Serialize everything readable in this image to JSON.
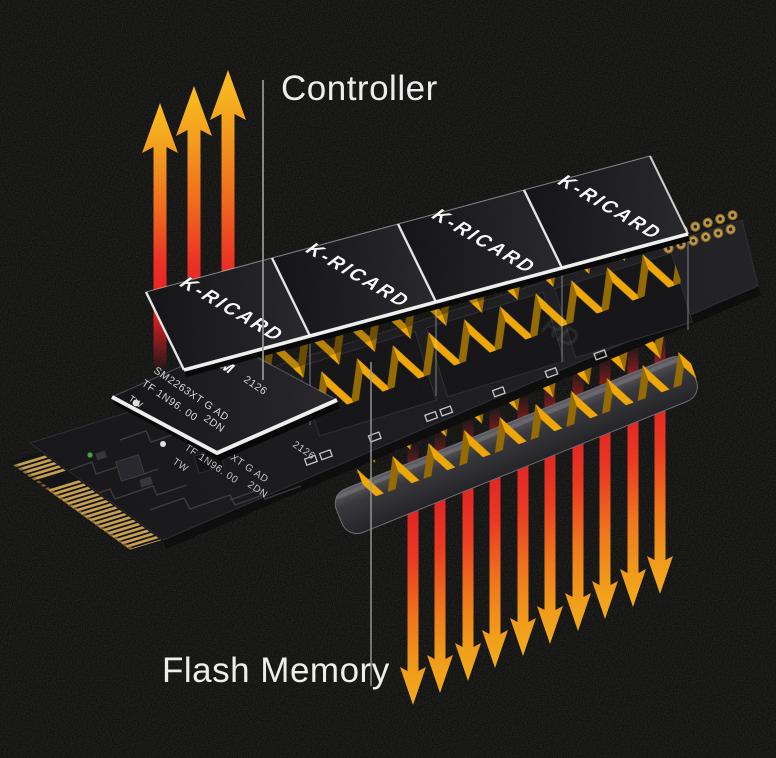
{
  "scene": {
    "labels": {
      "controller": "Controller",
      "flash": "Flash Memory"
    },
    "brand": "K-RICARD",
    "controller_chip": {
      "logo": "SM",
      "part_line": "SM2263XT G AD",
      "code_line": "TF 1N96. 00",
      "origin": "TW",
      "date_code": "2126",
      "batch": "2DN"
    },
    "arrows": {
      "up_count": 3,
      "down_count": 10
    },
    "colors": {
      "background": "#060606",
      "arrow_yellow": "#FFC21E",
      "arrow_orange": "#F4691C",
      "arrow_red": "#ED1C24",
      "thermal_gold": "#F3A906",
      "thermal_gold_shadow": "#966B00",
      "finger_gold": "#C9A24E",
      "chip_black": "#1b1b1e",
      "pcb_black": "#19191c",
      "base_plate_gray": "#47474b",
      "label_text": "#f2f2f2",
      "leader_line": "#9b9b9b"
    }
  }
}
